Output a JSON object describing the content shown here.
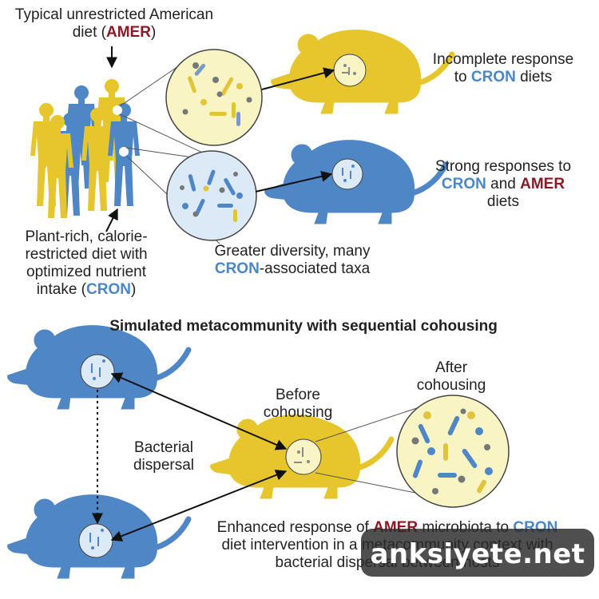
{
  "top": {
    "amer_caption": {
      "line1": "Typical unrestricted American",
      "line2_pre": "diet (",
      "line2_key": "AMER",
      "line2_post": ")"
    },
    "cron_caption": {
      "line1": "Plant-rich, calorie-",
      "line2": "restricted diet with",
      "line3": "optimized nutrient",
      "line4_pre": "intake (",
      "line4_key": "CRON",
      "line4_post": ")"
    },
    "outcome1": {
      "line1": "Incomplete response",
      "line2_pre": "to ",
      "line2_key": "CRON",
      "line2_post": " diets"
    },
    "outcome2": {
      "line1": "Strong responses to",
      "line2_key1": "CRON",
      "line2_mid": " and ",
      "line2_key2": "AMER",
      "line3": "diets"
    },
    "diversity_caption": {
      "line1": "Greater diversity, many",
      "line2_key": "CRON",
      "line2_post": "-associated taxa"
    }
  },
  "bottom": {
    "section_title": "Simulated metacommunity with sequential cohousing",
    "dispersal_label": {
      "line1": "Bacterial",
      "line2": "dispersal"
    },
    "before_label": {
      "line1": "Before",
      "line2": "cohousing"
    },
    "after_label": {
      "line1": "After",
      "line2": "cohousing"
    },
    "result_caption": {
      "line1_pre": "Enhanced response of ",
      "line1_key1": "AMER",
      "line1_mid": " microbiota to ",
      "line1_key2": "CRON",
      "line2": "diet intervention in a metacommunity context with",
      "line3": "bacterial dispersal between hosts"
    }
  },
  "watermark": "anksiyete.net",
  "colors": {
    "amer_yellow": "#e6c62c",
    "cron_blue": "#4f86c6",
    "amer_text": "#8b1a26",
    "cron_text": "#4a86c8",
    "circle_yellow": "#f8f4c4",
    "circle_blue": "#dce9f6"
  }
}
